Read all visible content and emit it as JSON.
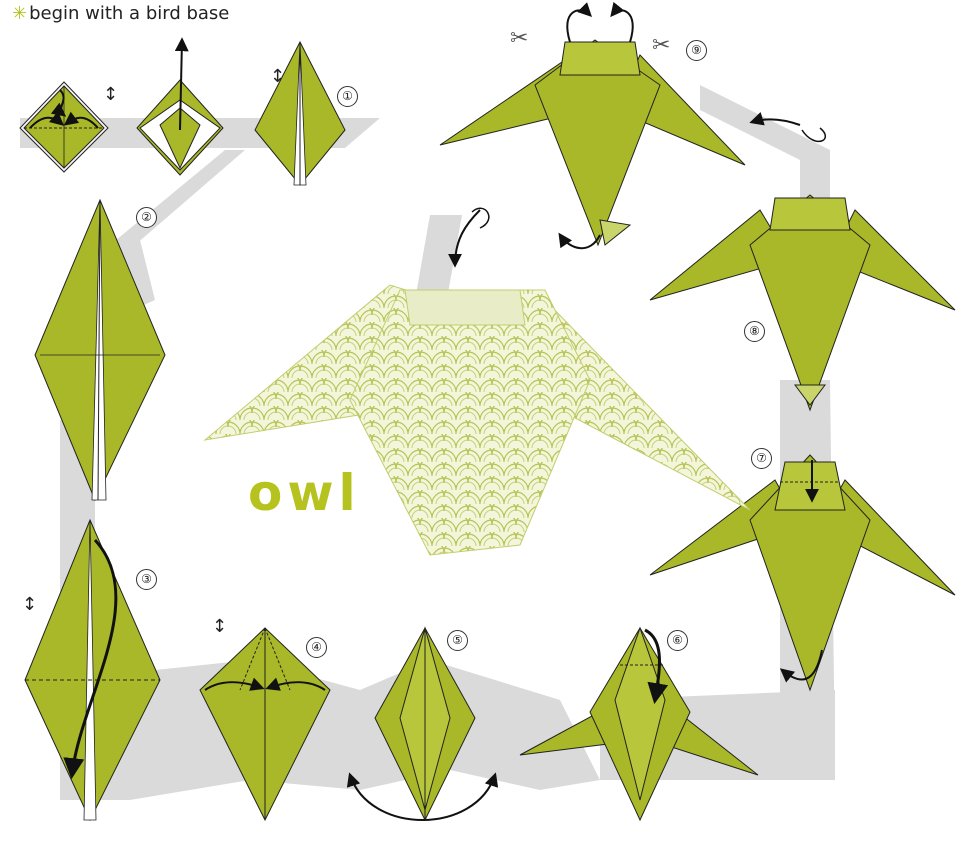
{
  "intro": {
    "text": "begin with a bird base",
    "marker_glyph": "✳"
  },
  "title": "owl",
  "colors": {
    "paper": "#a8b828",
    "paper_light": "#c9d56a",
    "path": "#d9d9d9",
    "title": "#b6c21e"
  },
  "steps": [
    "①",
    "②",
    "③",
    "④",
    "⑤",
    "⑥",
    "⑦",
    "⑧",
    "⑨"
  ]
}
